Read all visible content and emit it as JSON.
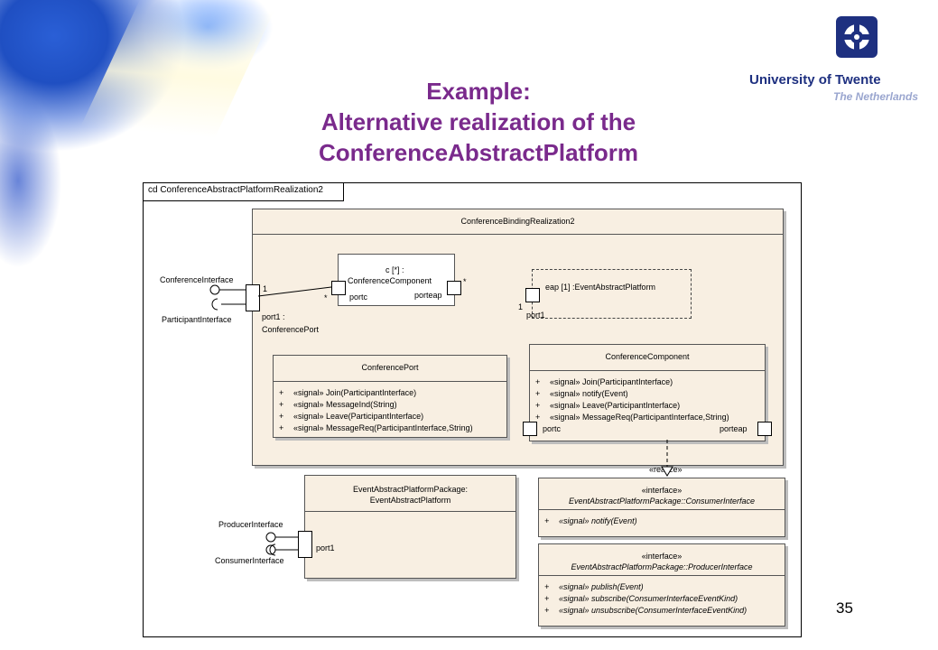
{
  "header": {
    "title_line1": "Example:",
    "title_line2": "Alternative realization of the",
    "title_line3": "ConferenceAbstractPlatform",
    "page_number": "35"
  },
  "logo": {
    "name": "University of Twente",
    "subtitle": "The Netherlands"
  },
  "diagram": {
    "frame_label": "cd ConferenceAbstractPlatformRealization2",
    "binding": {
      "title": "ConferenceBindingRealization2",
      "part_c_line1": "c [*] :",
      "part_c_line2": "ConferenceComponent",
      "part_c_portc": "portc",
      "part_c_porteap": "porteap",
      "mult_star_left": "*",
      "mult_star_right": "*",
      "mult_one": "1",
      "part_eap": "eap [1] :EventAbstractPlatform",
      "eap_mult": "1",
      "eap_port": "port1",
      "port1_line1": "port1 :",
      "port1_line2": "ConferencePort",
      "iface_provided": "ConferenceInterface",
      "iface_required": "ParticipantInterface"
    },
    "conference_port": {
      "title": "ConferencePort",
      "ops": [
        {
          "vis": "+",
          "stereo": "«signal»",
          "sig": "Join(ParticipantInterface)"
        },
        {
          "vis": "+",
          "stereo": "«signal»",
          "sig": "MessageInd(String)"
        },
        {
          "vis": "+",
          "stereo": "«signal»",
          "sig": "Leave(ParticipantInterface)"
        },
        {
          "vis": "+",
          "stereo": "«signal»",
          "sig": "MessageReq(ParticipantInterface,String)"
        }
      ]
    },
    "conference_component": {
      "title": "ConferenceComponent",
      "ops": [
        {
          "vis": "+",
          "stereo": "«signal»",
          "sig": "Join(ParticipantInterface)"
        },
        {
          "vis": "+",
          "stereo": "«signal»",
          "sig": "notify(Event)"
        },
        {
          "vis": "+",
          "stereo": "«signal»",
          "sig": "Leave(ParticipantInterface)"
        },
        {
          "vis": "+",
          "stereo": "«signal»",
          "sig": "MessageReq(ParticipantInterface,String)"
        }
      ],
      "portc": "portc",
      "porteap": "porteap"
    },
    "realize_label": "«realize»",
    "event_package": {
      "title_line1": "EventAbstractPlatformPackage:",
      "title_line2": "EventAbstractPlatform",
      "port": "port1",
      "iface_producer": "ProducerInterface",
      "iface_consumer": "ConsumerInterface"
    },
    "consumer_interface": {
      "stereotype": "«interface»",
      "name": "EventAbstractPlatformPackage::ConsumerInterface",
      "ops": [
        {
          "vis": "+",
          "stereo": "«signal»",
          "sig": "notify(Event)"
        }
      ]
    },
    "producer_interface": {
      "stereotype": "«interface»",
      "name": "EventAbstractPlatformPackage::ProducerInterface",
      "ops": [
        {
          "vis": "+",
          "stereo": "«signal»",
          "sig": "publish(Event)"
        },
        {
          "vis": "+",
          "stereo": "«signal»",
          "sig": "subscribe(ConsumerInterfaceEventKind)"
        },
        {
          "vis": "+",
          "stereo": "«signal»",
          "sig": "unsubscribe(ConsumerInterfaceEventKind)"
        }
      ]
    }
  }
}
